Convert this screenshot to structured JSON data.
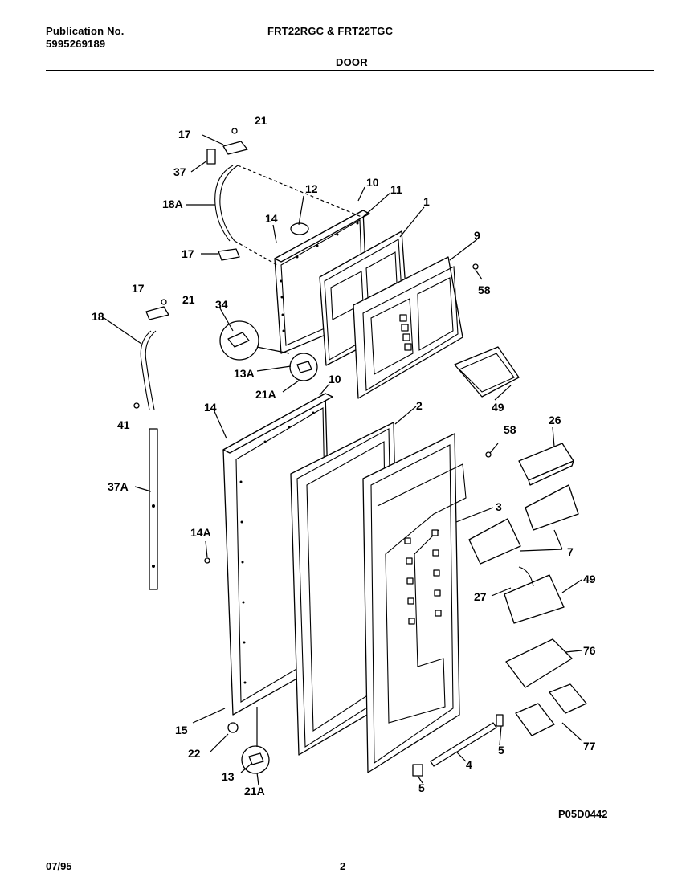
{
  "header": {
    "publication_label": "Publication No.",
    "publication_number": "5995269189",
    "models": "FRT22RGC & FRT22TGC",
    "section": "DOOR"
  },
  "footer": {
    "diagram_code": "P05D0442",
    "date": "07/95",
    "page": "2"
  },
  "callouts": {
    "c21_top": "21",
    "c17_top": "17",
    "c37": "37",
    "c18A": "18A",
    "c12": "12",
    "c10_top": "10",
    "c11": "11",
    "c1": "1",
    "c14_top": "14",
    "c9": "9",
    "c17_mid": "17",
    "c58_top": "58",
    "c17_low": "17",
    "c21_low": "21",
    "c34": "34",
    "c18": "18",
    "c13A": "13A",
    "c21A_top": "21A",
    "c10_low": "10",
    "c49_top": "49",
    "c2": "2",
    "c14_low": "14",
    "c41": "41",
    "c58_low": "58",
    "c26": "26",
    "c37A": "37A",
    "c3": "3",
    "c14A": "14A",
    "c7": "7",
    "c27": "27",
    "c49_low": "49",
    "c76": "76",
    "c15": "15",
    "c22": "22",
    "c5_right": "5",
    "c77": "77",
    "c4": "4",
    "c13": "13",
    "c21A_low": "21A",
    "c5_low": "5"
  }
}
